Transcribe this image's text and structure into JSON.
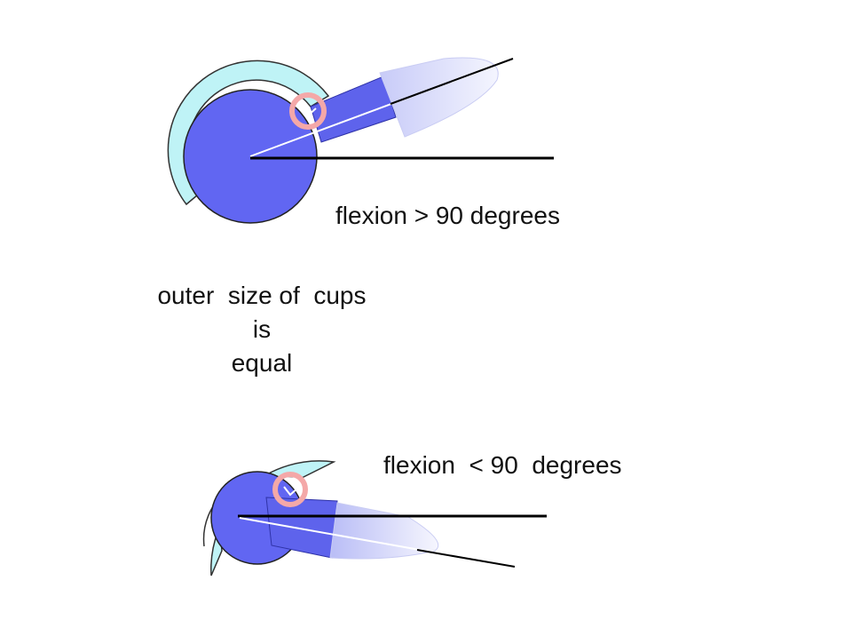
{
  "labels": {
    "top_caption": "flexion > 90 degrees",
    "note_lines": [
      "outer  size of  cups",
      "is",
      "equal"
    ],
    "bottom_caption": "flexion  < 90  degrees"
  },
  "colors": {
    "cup": "#bff3f6",
    "head": "#6166f2",
    "neck": "#5e63ec",
    "impingement_ring": "#f4a8a8",
    "line": "#000000"
  }
}
